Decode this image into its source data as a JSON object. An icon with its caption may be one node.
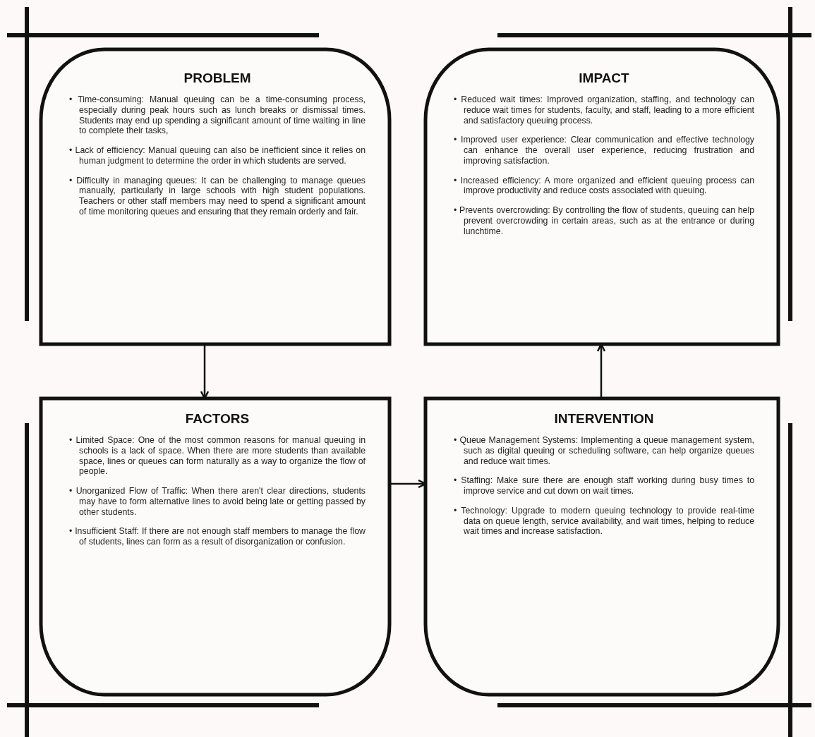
{
  "diagram": {
    "nodes": [
      {
        "text": [
          "PROBLEM",
          "• Time-consuming: Manual queuing can be a time-consuming process, especially during peak hours such as lunch breaks or dismissal times. Students may end up spending a significant amount of time waiting in line to complete their tasks,",
          "• Lack of efficiency: Manual queuing can also be inefficient since it relies on human judgment to determine the order in which students are served.",
          "• Difficulty in managing queues: It can be challenging to manage queues manually, particularly in large schools with high student populations. Teachers or other staff members may need to spend a significant amount of time monitoring queues and ensuring that they remain orderly and fair."
        ]
      },
      {
        "text": [
          "IMPACT",
          "• Reduced wait times: Improved organization, staffing, and technology can reduce wait times for students, faculty, and staff, leading to a more efficient and satisfactory queuing process.",
          "• Improved user experience: Clear communication and effective technology can enhance the overall user experience, reducing frustration and improving satisfaction.",
          "• Increased efficiency: A more organized and efficient queuing process can improve productivity and reduce costs associated with queuing.",
          "• Prevents overcrowding: By controlling the flow of students, queuing can help prevent overcrowding in certain areas, such as at the entrance or during lunchtime."
        ]
      },
      {
        "text": [
          "FACTORS",
          "• Limited Space: One of the most common reasons for manual queuing in schools is a lack of space. When there are more students than available space, lines or queues can form naturally as a way to organize the flow of people.",
          "• Unorganized Flow of Traffic: When there aren't clear directions, students may have to form alternative lines to avoid being late or getting passed by other students.",
          "• Insufficient Staff: If there are not enough staff members to manage the flow of students, lines can form as a result of disorganization or confusion."
        ]
      },
      {
        "text": [
          "INTERVENTION",
          "• Queue Management Systems: Implementing a queue management system, such as digital queuing or scheduling software, can help organize queues and reduce wait times.",
          "• Staffing: Make sure there are enough staff working during busy times to improve service and cut down on wait times.",
          "• Technology: Upgrade to modern queuing technology to provide real-time data on queue length, service availability, and wait times, helping to reduce wait times and increase satisfaction."
        ]
      }
    ],
    "edges": [
      {
        "from": 0,
        "to": 2,
        "arrow": "to"
      },
      {
        "from": 2,
        "to": 3,
        "arrow": "to"
      },
      {
        "from": 3,
        "to": 1,
        "arrow": "to"
      }
    ]
  }
}
